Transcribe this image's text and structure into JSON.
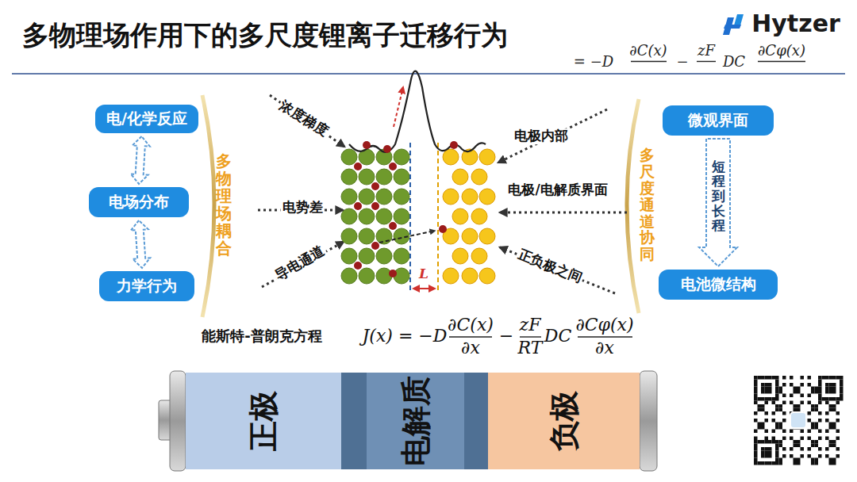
{
  "diagram": {
    "title": "多物理场作用下的多尺度锂离子迁移行为",
    "nodes": [
      {
        "text": [
          "电/化学反应"
        ]
      },
      {
        "text": [
          "电场分布"
        ]
      },
      {
        "text": [
          "力学行为"
        ]
      },
      {
        "text": [
          "微观界面"
        ]
      },
      {
        "text": [
          "电池微结构"
        ]
      },
      {
        "text": [
          "正极"
        ]
      },
      {
        "text": [
          "电解质"
        ]
      },
      {
        "text": [
          "负极"
        ]
      }
    ],
    "edges": [
      {
        "from": 0,
        "to": 1,
        "arrow": "both"
      },
      {
        "from": 1,
        "to": 2,
        "arrow": "both"
      },
      {
        "from": 3,
        "to": 4,
        "arrow": "to",
        "label": "短程到长程"
      }
    ],
    "labels": [
      "Hytzer",
      "= −D",
      "∂C(x)",
      "−",
      "zF",
      "DC",
      "∂Cφ(x)",
      "多物理场耦合",
      "多尺度通道协同",
      "浓度梯度",
      "电势差",
      "导电通道",
      "电极内部",
      "电极/电解质界面",
      "正负极之间",
      "L",
      "能斯特-普朗克方程",
      "J(x) = −D",
      "∂C(x)",
      "∂x",
      "−",
      "zF",
      "RT",
      "DC",
      "∂Cφ(x)",
      "∂x"
    ]
  }
}
